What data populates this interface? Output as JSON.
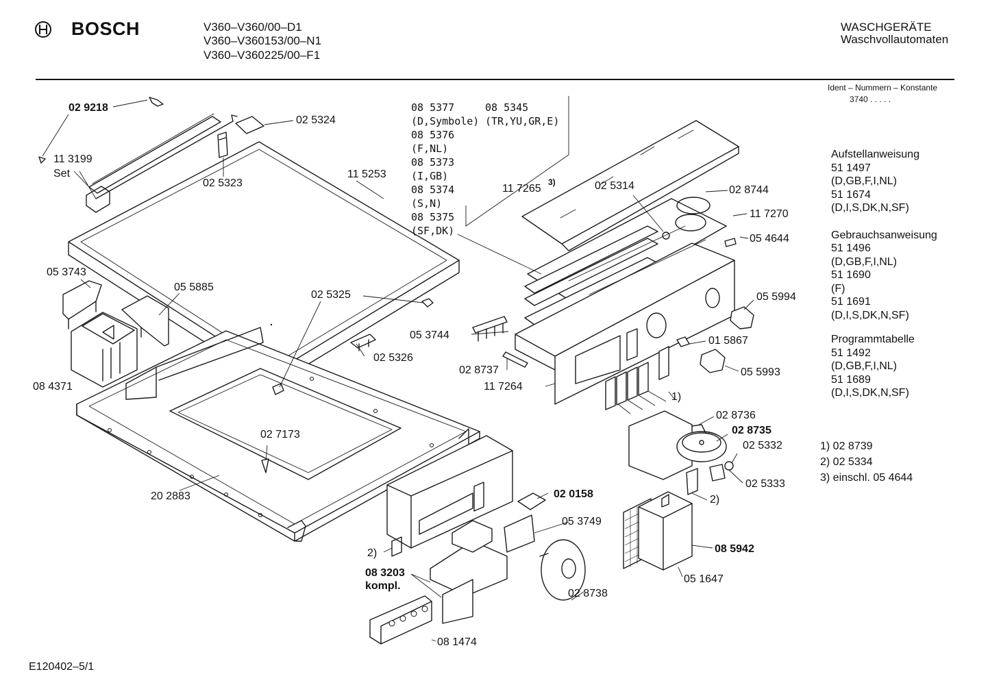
{
  "header": {
    "brand": "BOSCH",
    "models": [
      "V360–V360/00–D1",
      "V360–V360153/00–N1",
      "V360–V360225/00–F1"
    ],
    "category": "WASCHGERÄTE",
    "subcategory": "Waschvollautomaten",
    "ident_label": "Ident – Nummern – Konstante",
    "ident_value": "3740  .  .  .  .  ."
  },
  "documents": [
    {
      "title": "Aufstellanweisung",
      "lines": [
        "51 1497",
        "(D,GB,F,I,NL)",
        "51 1674",
        "(D,I,S,DK,N,SF)"
      ]
    },
    {
      "title": "Gebrauchsanweisung",
      "lines": [
        "51 1496",
        "(D,GB,F,I,NL)",
        "51 1690",
        "(F)",
        "51 1691",
        "(D,I,S,DK,N,SF)"
      ]
    },
    {
      "title": "Programmtabelle",
      "lines": [
        "51 1492",
        "(D,GB,F,I,NL)",
        "51 1689",
        "(D,I,S,DK,N,SF)"
      ]
    }
  ],
  "footnotes": [
    "1) 02 8739",
    "2) 02 5334",
    "3) einschl. 05 4644"
  ],
  "panel_variants": [
    "08 5377",
    "(D,Symbole)",
    "08 5376",
    "(F,NL)",
    "08 5373",
    "(I,GB)",
    "08 5374",
    "(S,N)",
    "08 5375",
    "(SF,DK)"
  ],
  "panel_variant_alt": [
    "08 5345",
    "(TR,YU,GR,E)"
  ],
  "parts": {
    "p029218": "02 9218",
    "p113199": "11 3199",
    "set": "Set",
    "p025324": "02 5324",
    "p025323": "02 5323",
    "p115253": "11 5253",
    "p053743": "05 3743",
    "p055885": "05 5885",
    "p084371": "08 4371",
    "p025325": "02 5325",
    "p025326": "02 5326",
    "p027173": "02 7173",
    "p202883": "20 2883",
    "p117265": "11 7265",
    "sup3": "3)",
    "p025314": "02 5314",
    "p028744": "02 8744",
    "p117270": "11 7270",
    "p054644": "05 4644",
    "p055994": "05 5994",
    "p053744": "05 3744",
    "p015867": "01 5867",
    "p055993": "05 5993",
    "p028737": "02 8737",
    "p117264": "11 7264",
    "fn1": "1)",
    "p028736": "02 8736",
    "p028735": "02 8735",
    "p025332": "02 5332",
    "p025333": "02 5333",
    "fn2a": "2)",
    "p020158": "02 0158",
    "p053749": "05 3749",
    "p085942": "08 5942",
    "p051647": "05 1647",
    "p028738": "02 8738",
    "fn2b": "2)",
    "p083203": "08 3203",
    "kompl": "kompl.",
    "p081474": "08 1474"
  },
  "footer": {
    "code": "E120402–5/1"
  }
}
